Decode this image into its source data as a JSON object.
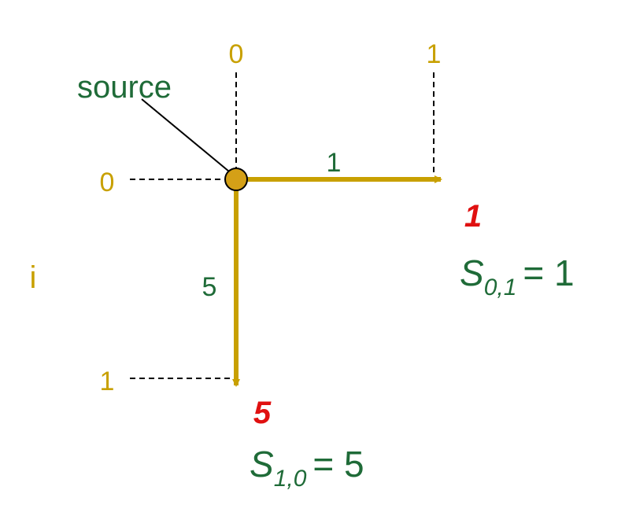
{
  "colors": {
    "axis_label": "#c8a000",
    "arrow": "#c8a000",
    "text": "#1f6b38",
    "highlight": "#e01010",
    "node_fill": "#d4a017"
  },
  "labels": {
    "source": "source",
    "col_0": "0",
    "col_1": "1",
    "row_0": "0",
    "row_1": "1",
    "row_axis": "i"
  },
  "edges": {
    "right_weight": "1",
    "down_weight": "5"
  },
  "results": {
    "right_value": "1",
    "down_value": "5",
    "right_eq": {
      "symbol": "S",
      "subscript": "0,1",
      "rhs": "= 1"
    },
    "down_eq": {
      "symbol": "S",
      "subscript": "1,0",
      "rhs": "= 5"
    }
  }
}
